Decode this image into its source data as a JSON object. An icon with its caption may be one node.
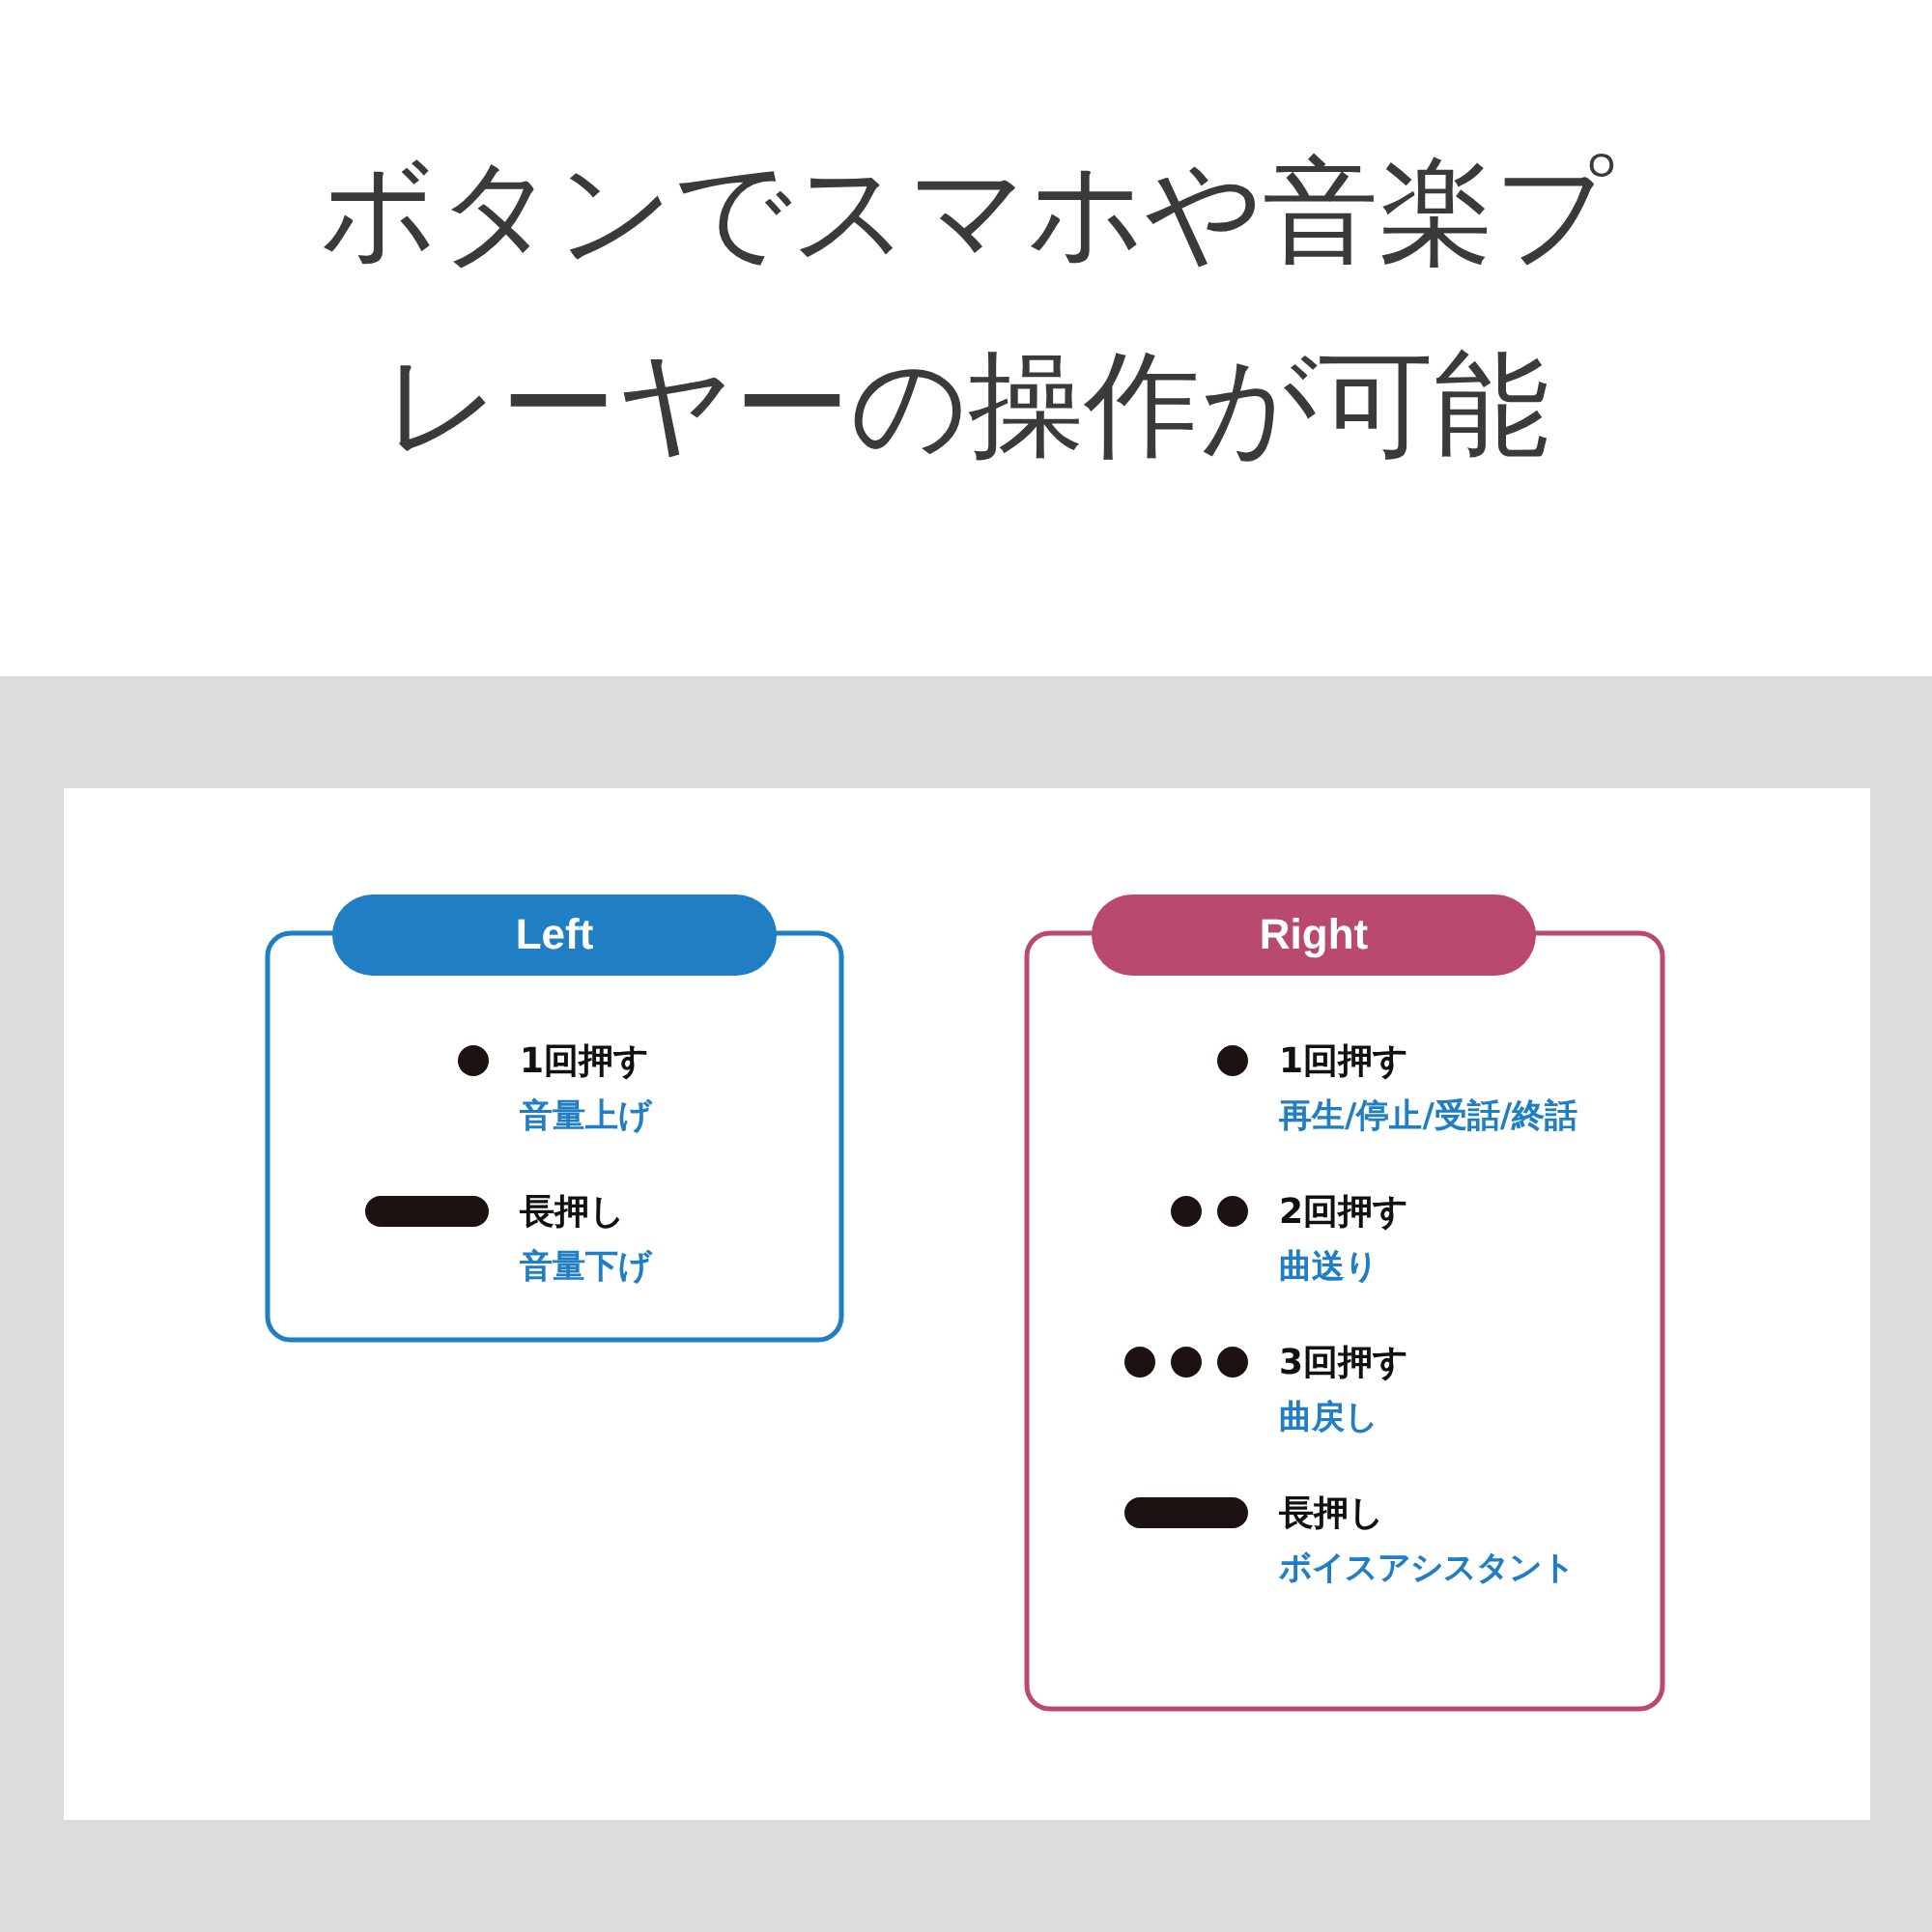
{
  "diagram": {
    "title": "ボタンでスマホや音楽プレーヤーの操作が可能",
    "nodes": [
      {
        "text": [
          "Left",
          "1回押す",
          "音量上げ",
          "長押し",
          "音量下げ"
        ]
      },
      {
        "text": [
          "Right",
          "1回押す",
          "再生/停止/受話/終話",
          "2回押す",
          "曲送り",
          "3回押す",
          "曲戻し",
          "長押し",
          "ボイスアシスタント"
        ]
      }
    ]
  }
}
